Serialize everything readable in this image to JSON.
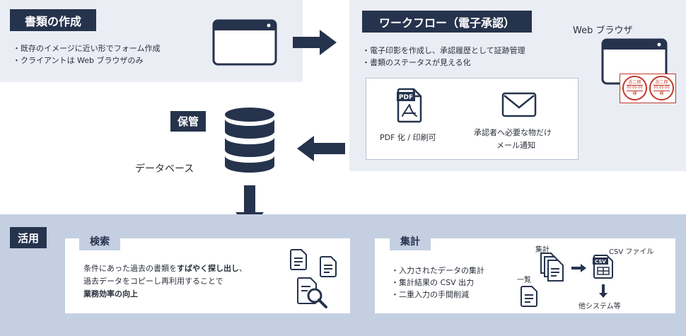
{
  "creation": {
    "title": "書類の作成",
    "bullets": [
      "・既存のイメージに近い形でフォーム作成",
      "・クライアントは Web ブラウザのみ"
    ]
  },
  "workflow": {
    "title": "ワークフロー（電子承認）",
    "bullets": [
      "・電子印影を作成し、承認履歴として証跡管理",
      "・書類のステータスが見える化"
    ],
    "browser_label": "Web ブラウザ",
    "pdf_icon_text": "PDF",
    "pdf_caption": "PDF 化 / 印刷可",
    "mail_caption_1": "承認者へ必要な物だけ",
    "mail_caption_2": "メール通知",
    "stamp_top": "吉二郎",
    "stamp_date": "00.00-00",
    "stamp_bottom": "検"
  },
  "storage": {
    "title": "保管",
    "db_label": "データベース"
  },
  "usage": {
    "title": "活用",
    "search": {
      "title": "検索",
      "line1_a": "条件にあった過去の書類を",
      "line1_b": "すばやく探し出し",
      "line1_c": "、",
      "line2": "過去データをコピーし再利用することで",
      "line3": "業務効率の向上"
    },
    "aggregate": {
      "title": "集計",
      "bullets": [
        "・入力されたデータの集計",
        "・集計結果の CSV 出力",
        "・二重入力の手間削減"
      ],
      "label_aggregate": "集計",
      "label_single": "一覧",
      "label_csv_file": "CSV ファイル",
      "csv_icon_text": "CSV",
      "label_other": "他システム等"
    }
  },
  "colors": {
    "navy": "#26334d",
    "panel_light": "#eaedf4",
    "panel_mid": "#c5cfe2",
    "stamp_red": "#c0392b"
  }
}
